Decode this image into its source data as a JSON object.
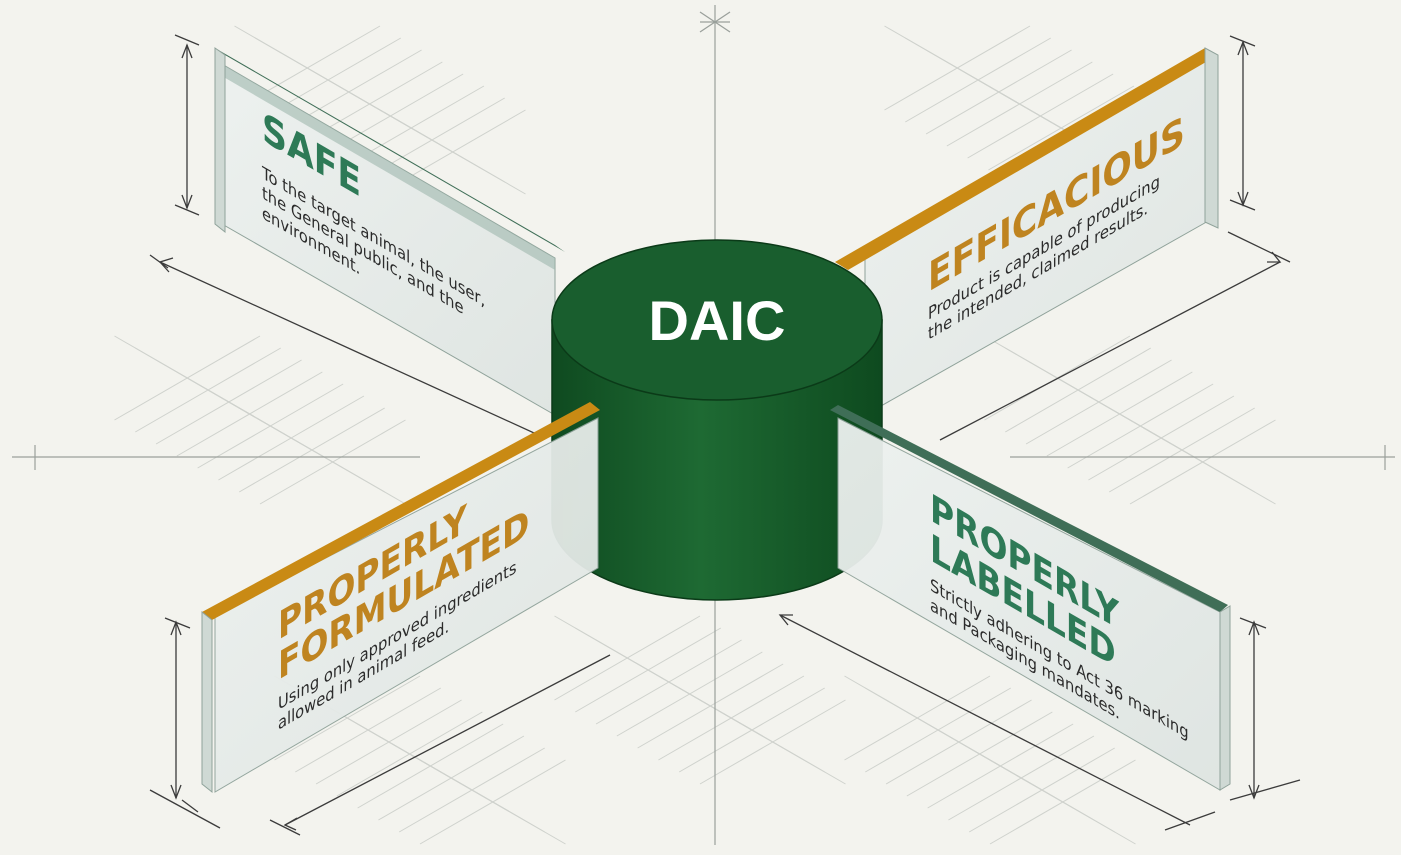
{
  "center": {
    "label": "DAIC"
  },
  "panels": {
    "safe": {
      "title": "SAFE",
      "desc": [
        "To the target animal, the user,",
        "the General public, and the",
        "environment."
      ]
    },
    "efficacious": {
      "title": "EFFICACIOUS",
      "desc": [
        "Product is capable of producing",
        "the intended, claimed results."
      ]
    },
    "formulated": {
      "title_lines": [
        "PROPERLY",
        "FORMULATED"
      ],
      "desc": [
        "Using only approved ingredients",
        "allowed in animal feed."
      ]
    },
    "labelled": {
      "title_lines": [
        "PROPERLY",
        "LABELLED"
      ],
      "desc": [
        "Strictly adhering to Act 36 marking",
        "and Packaging mandates."
      ]
    }
  },
  "colors": {
    "background": "#f3f3ee",
    "grid": "#cdd0cb",
    "cylinder_top": "#195e2e",
    "cylinder_side": "#1a5a2b",
    "panel_face": "#e4e9e6",
    "edge_green": "#3f6e57",
    "edge_orange": "#c98a14",
    "title_green": "#2e7a57",
    "title_orange": "#bf8420"
  }
}
